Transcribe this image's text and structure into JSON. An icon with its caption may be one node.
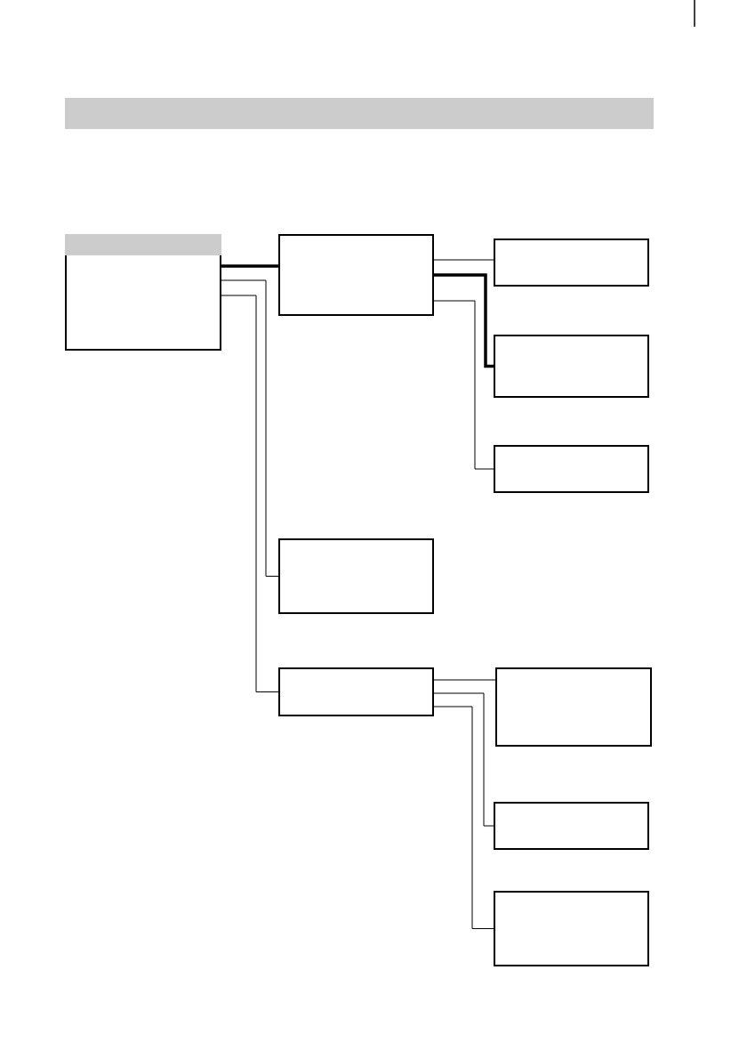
{
  "diagram": {
    "nodes": [
      {
        "text": [],
        "shape": "box"
      },
      {
        "text": [],
        "shape": "box"
      },
      {
        "text": [],
        "shape": "box"
      },
      {
        "text": [],
        "shape": "box"
      },
      {
        "text": [],
        "shape": "box"
      },
      {
        "text": [],
        "shape": "box"
      },
      {
        "text": [],
        "shape": "box"
      },
      {
        "text": [],
        "shape": "box"
      },
      {
        "text": [],
        "shape": "box"
      },
      {
        "text": [],
        "shape": "box"
      }
    ],
    "edges": [
      {
        "from": 0,
        "to": 1,
        "arrow": "none",
        "style": "thick"
      },
      {
        "from": 0,
        "to": 5,
        "arrow": "none"
      },
      {
        "from": 0,
        "to": 6,
        "arrow": "none"
      },
      {
        "from": 1,
        "to": 2,
        "arrow": "none"
      },
      {
        "from": 1,
        "to": 3,
        "arrow": "none",
        "style": "thick"
      },
      {
        "from": 1,
        "to": 4,
        "arrow": "none"
      },
      {
        "from": 6,
        "to": 7,
        "arrow": "none"
      },
      {
        "from": 6,
        "to": 8,
        "arrow": "none"
      },
      {
        "from": 6,
        "to": 9,
        "arrow": "none"
      }
    ]
  }
}
